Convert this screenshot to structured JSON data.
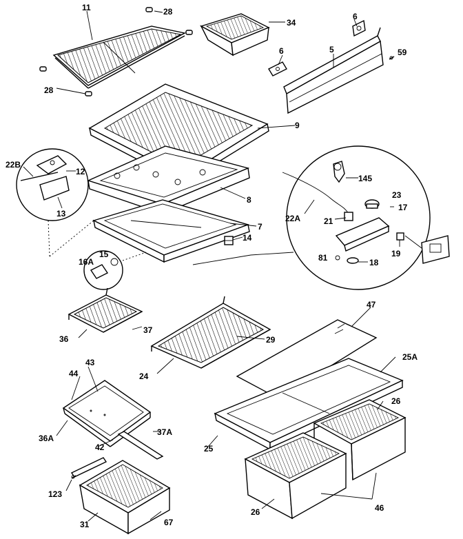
{
  "diagram": {
    "labels": {
      "p11": "11",
      "p28a": "28",
      "p28b": "28",
      "p34": "34",
      "p6a": "6",
      "p6b": "6",
      "p5": "5",
      "p59": "59",
      "p9": "9",
      "p22b": "22B",
      "p12": "12",
      "p13": "13",
      "p8": "8",
      "p145": "145",
      "p23": "23",
      "p22a": "22A",
      "p21": "21",
      "p17": "17",
      "p7": "7",
      "p14": "14",
      "p15": "15",
      "p16a": "16A",
      "p81": "81",
      "p18": "18",
      "p19": "19",
      "p47": "47",
      "p36": "36",
      "p37": "37",
      "p29": "29",
      "p24": "24",
      "p25a": "25A",
      "p43": "43",
      "p44": "44",
      "p26a": "26",
      "p36a": "36A",
      "p37a": "37A",
      "p42": "42",
      "p25": "25",
      "p123": "123",
      "p46": "46",
      "p26b": "26",
      "p31": "31",
      "p67": "67"
    }
  }
}
